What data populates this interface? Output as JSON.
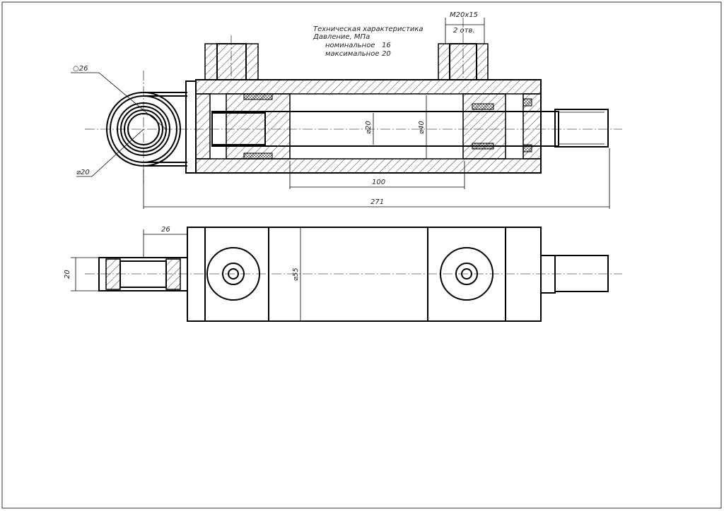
{
  "spec": {
    "title": "Техническая характеристика",
    "pressure": "Давление, МПа",
    "nominal_label": "номинальное",
    "nominal_value": "16",
    "max_label": "максимальное",
    "max_value": "20"
  },
  "dims": {
    "thread": "M20x15",
    "holes": "2 отв.",
    "eye_outer": "○26",
    "eye_bore": "⌀20",
    "rod": "⌀20",
    "bore": "⌀40",
    "stroke": "100",
    "length": "271",
    "eye_offset": "26",
    "eye_width": "20",
    "body": "⌀55"
  }
}
